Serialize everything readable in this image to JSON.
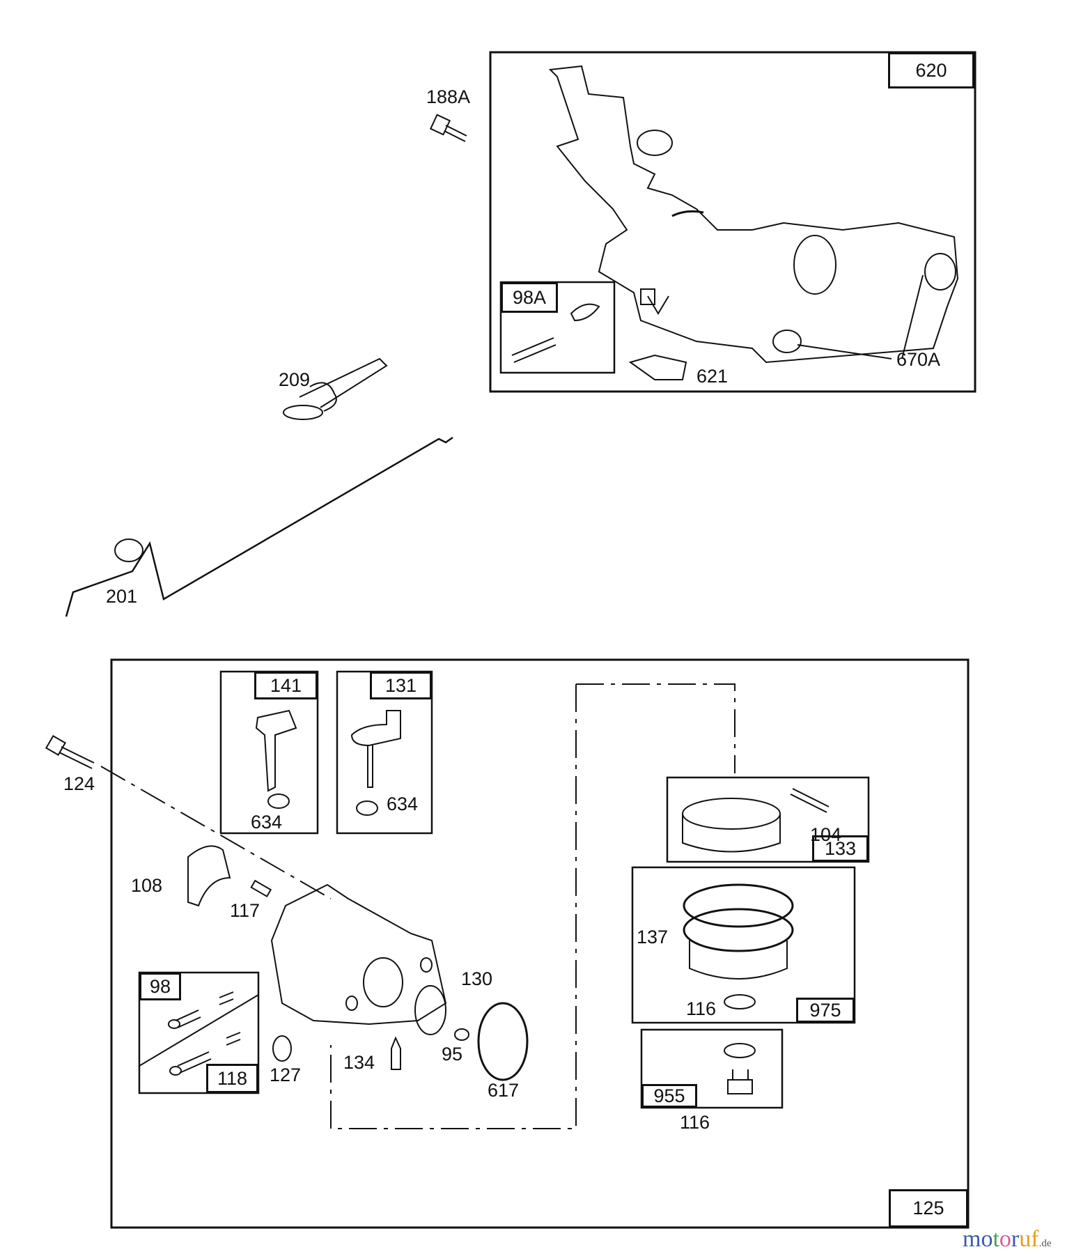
{
  "title": "Carburetor and governor control parts exploded diagram",
  "assemblies": {
    "governor_control": {
      "box_label": "620",
      "kit_label": "98A"
    },
    "carburetor": {
      "box_label": "125",
      "kits": {
        "kit_141": "141",
        "kit_131": "131",
        "kit_98": "98",
        "kit_118": "118",
        "float_kit": "133",
        "bowl_kit": "975",
        "nut_kit": "955"
      }
    }
  },
  "part_labels": {
    "p188a": "188A",
    "p209": "209",
    "p201": "201",
    "p621": "621",
    "p670a": "670A",
    "p124": "124",
    "p634a": "634",
    "p634b": "634",
    "p108": "108",
    "p117": "117",
    "p130": "130",
    "p127": "127",
    "p134": "134",
    "p95": "95",
    "p617": "617",
    "p104": "104",
    "p137": "137",
    "p116a": "116",
    "p116b": "116"
  },
  "watermark": {
    "text_main": "motoruf",
    "text_suffix": ".de",
    "letter_colors": [
      "#3b5ba9",
      "#3b5ba9",
      "#4aa046",
      "#e05a9a",
      "#3b5ba9",
      "#e0a020",
      "#e0a020"
    ]
  }
}
